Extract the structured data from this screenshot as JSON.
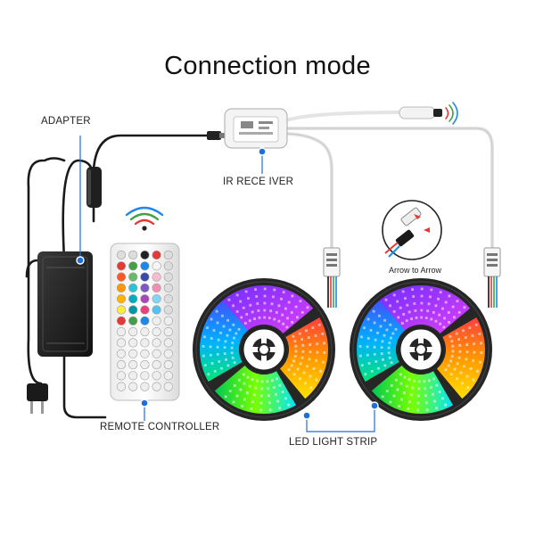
{
  "title": "Connection mode",
  "labels": {
    "adapter": "ADAPTER",
    "ir_receiver": "IR RECE IVER",
    "remote": "REMOTE CONTROLLER",
    "arrow": "Arrow to Arrow",
    "strip": "LED LIGHT STRIP"
  },
  "colors": {
    "callout": "#1e6fd9",
    "cable": "#1a1a1a",
    "white_cable": "#e4e4e4",
    "reel": "#2a2a2a"
  },
  "icons": [
    "wifi-signal-icon",
    "ir-signal-icon",
    "arrow-indicator-icon"
  ]
}
